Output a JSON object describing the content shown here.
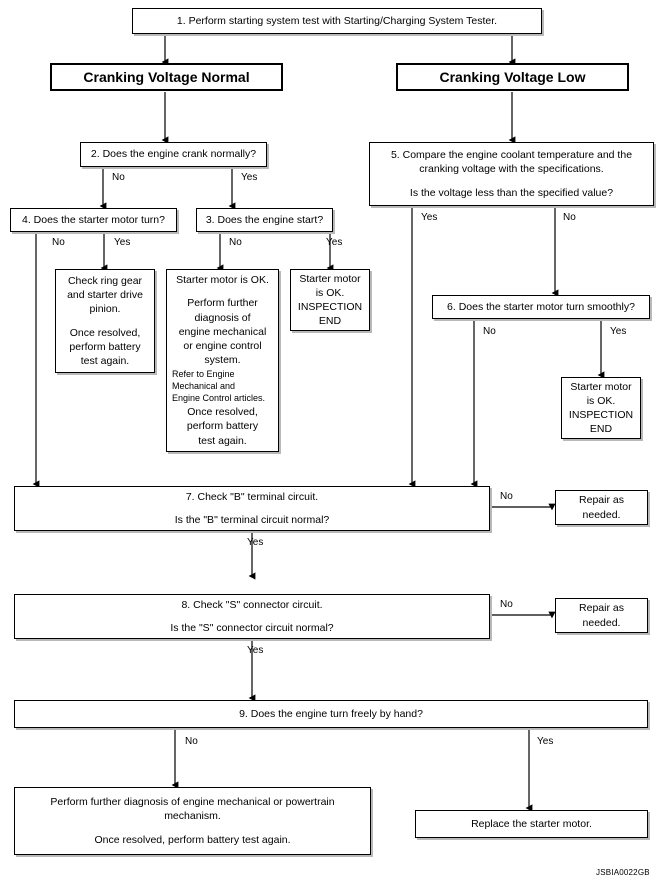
{
  "figure": {
    "code": "JSBIA0022GB",
    "type": "troubleshooting-flowchart"
  },
  "nodes": {
    "step1": {
      "text": "1. Perform starting system test with Starting/Charging System Tester."
    },
    "branch_normal": {
      "text": "Cranking Voltage Normal"
    },
    "branch_low": {
      "text": "Cranking Voltage Low"
    },
    "step2": {
      "text": "2. Does the engine crank normally?"
    },
    "step4": {
      "text": "4. Does the starter motor turn?"
    },
    "step3": {
      "text": "3. Does the engine start?"
    },
    "step5": {
      "line1": "5. Compare the engine coolant temperature and the",
      "line2": "cranking voltage with the specifications.",
      "line3": "Is the voltage less than the specified value?"
    },
    "step6": {
      "text": "6. Does the starter motor turn smoothly?"
    },
    "check_ring_gear": {
      "line1": "Check ring gear",
      "line2": "and starter drive",
      "line3": "pinion.",
      "line4": "Once resolved,",
      "line5": "perform battery",
      "line6": "test again."
    },
    "starter_ok_further": {
      "line1": "Starter motor is OK.",
      "line2": "Perform further",
      "line3": "diagnosis of",
      "line4": "engine mechanical",
      "line5": "or engine control",
      "line6": "system.",
      "note1": "Refer to Engine",
      "note2": "Mechanical and",
      "note3": "Engine Control articles.",
      "line7": "Once resolved,",
      "line8": "perform battery",
      "line9": "test again."
    },
    "starter_ok_end_left": {
      "line1": "Starter motor",
      "line2": "is OK.",
      "line3": "INSPECTION",
      "line4": "END"
    },
    "starter_ok_end_right": {
      "line1": "Starter motor",
      "line2": "is OK.",
      "line3": "INSPECTION",
      "line4": "END"
    },
    "step7": {
      "line1": "7. Check \"B\" terminal circuit.",
      "line2": "Is the \"B\" terminal circuit normal?"
    },
    "step8": {
      "line1": "8. Check \"S\" connector circuit.",
      "line2": "Is the \"S\" connector circuit normal?"
    },
    "step9": {
      "text": "9. Does the engine turn freely by hand?"
    },
    "repair7": {
      "line1": "Repair as",
      "line2": "needed."
    },
    "repair8": {
      "line1": "Repair as",
      "line2": "needed."
    },
    "further_diag": {
      "line1": "Perform further diagnosis of engine mechanical or powertrain",
      "line2": "mechanism.",
      "line3": "Once resolved, perform battery test again."
    },
    "replace_starter": {
      "text": "Replace the starter motor."
    }
  },
  "edge_labels": {
    "step2_no": "No",
    "step2_yes": "Yes",
    "step4_no": "No",
    "step4_yes": "Yes",
    "step3_no": "No",
    "step3_yes": "Yes",
    "step5_yes": "Yes",
    "step5_no": "No",
    "step6_no": "No",
    "step6_yes": "Yes",
    "step7_no": "No",
    "step7_yes": "Yes",
    "step8_no": "No",
    "step8_yes": "Yes",
    "step9_no": "No",
    "step9_yes": "Yes"
  },
  "colors": {
    "line": "#000000",
    "box_border": "#000000",
    "shadow": "#b9b9b9",
    "background": "#ffffff"
  }
}
